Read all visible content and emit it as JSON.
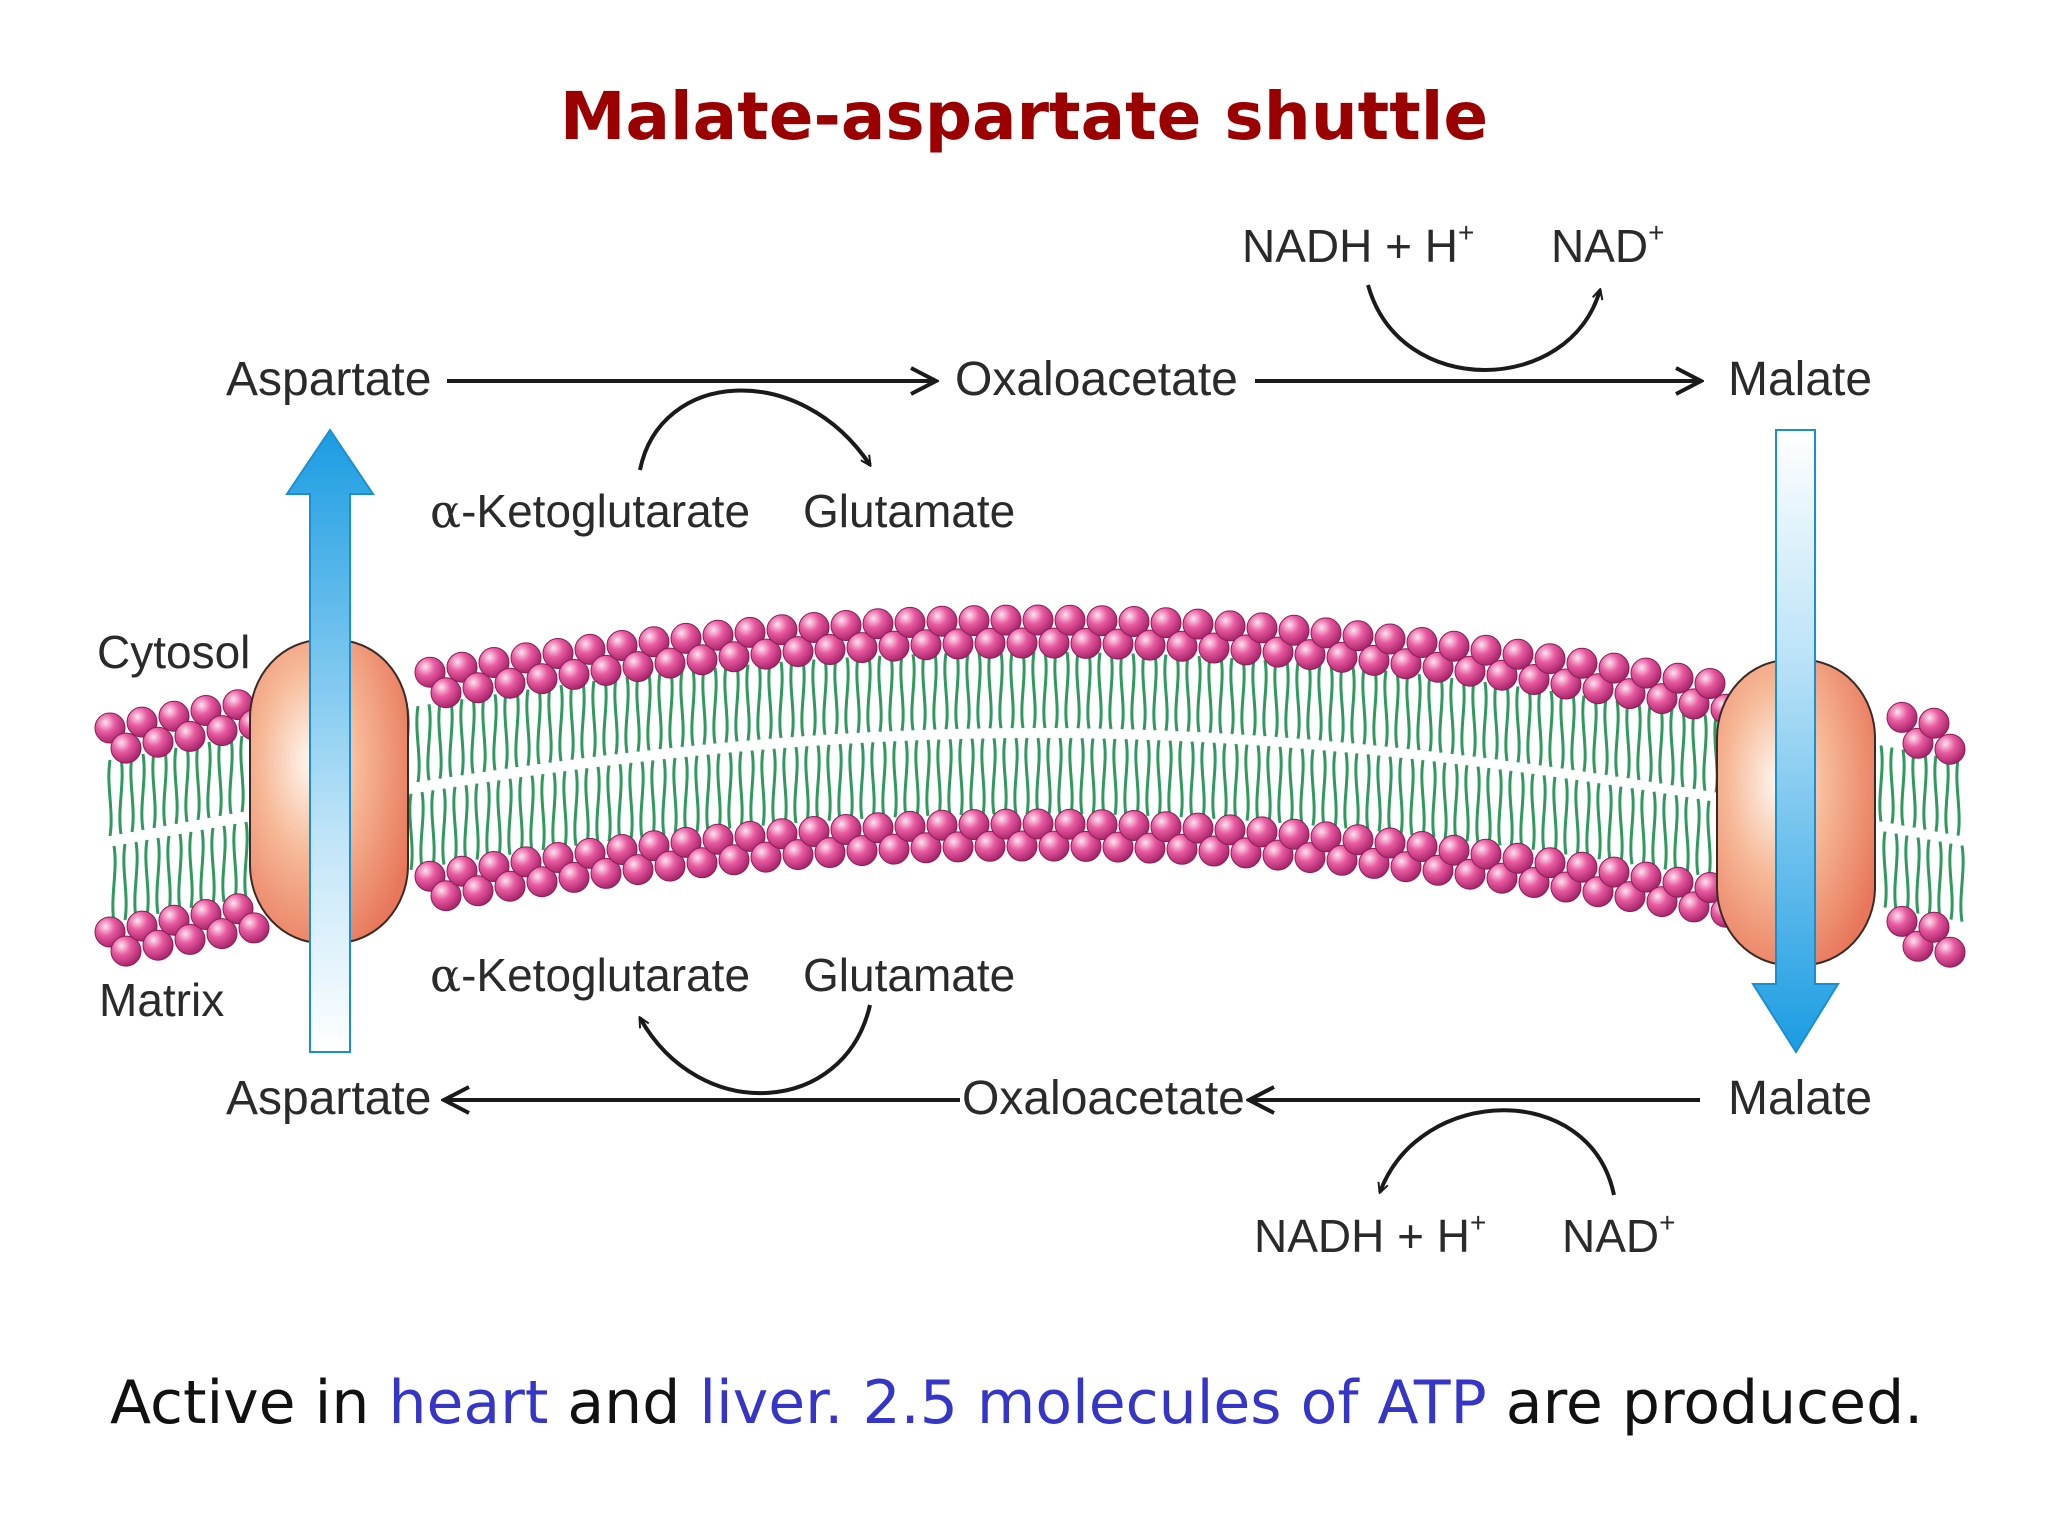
{
  "title": "Malate-aspartate shuttle",
  "labels": {
    "cytosol": "Cytosol",
    "matrix": "Matrix",
    "top_aspartate": "Aspartate",
    "top_oxaloacetate": "Oxaloacetate",
    "top_malate": "Malate",
    "top_alpha": "α",
    "top_ketoglutarate": "-Ketoglutarate",
    "top_glutamate": "Glutamate",
    "top_nadh": "NADH + H",
    "top_nadh_sup": "+",
    "top_nad": "NAD",
    "top_nad_sup": "+",
    "bot_aspartate": "Aspartate",
    "bot_oxaloacetate": "Oxaloacetate",
    "bot_malate": "Malate",
    "bot_alpha": "α",
    "bot_ketoglutarate": "-Ketoglutarate",
    "bot_glutamate": "Glutamate",
    "bot_nadh": "NADH + H",
    "bot_nadh_sup": "+",
    "bot_nad": "NAD",
    "bot_nad_sup": "+"
  },
  "caption": {
    "part1": "Active in ",
    "heart": "heart",
    "part2": " and ",
    "highlight": "liver. 2.5 molecules of ATP",
    "part3": " are produced."
  },
  "colors": {
    "title": "#9b0000",
    "highlight": "#3535c8",
    "head_bead": "#e0559a",
    "tail": "#2e9a5e",
    "transporter": "#ef9a78",
    "transport_arrow": "#1b9be0",
    "reaction_arrow": "#1a1a1a"
  }
}
